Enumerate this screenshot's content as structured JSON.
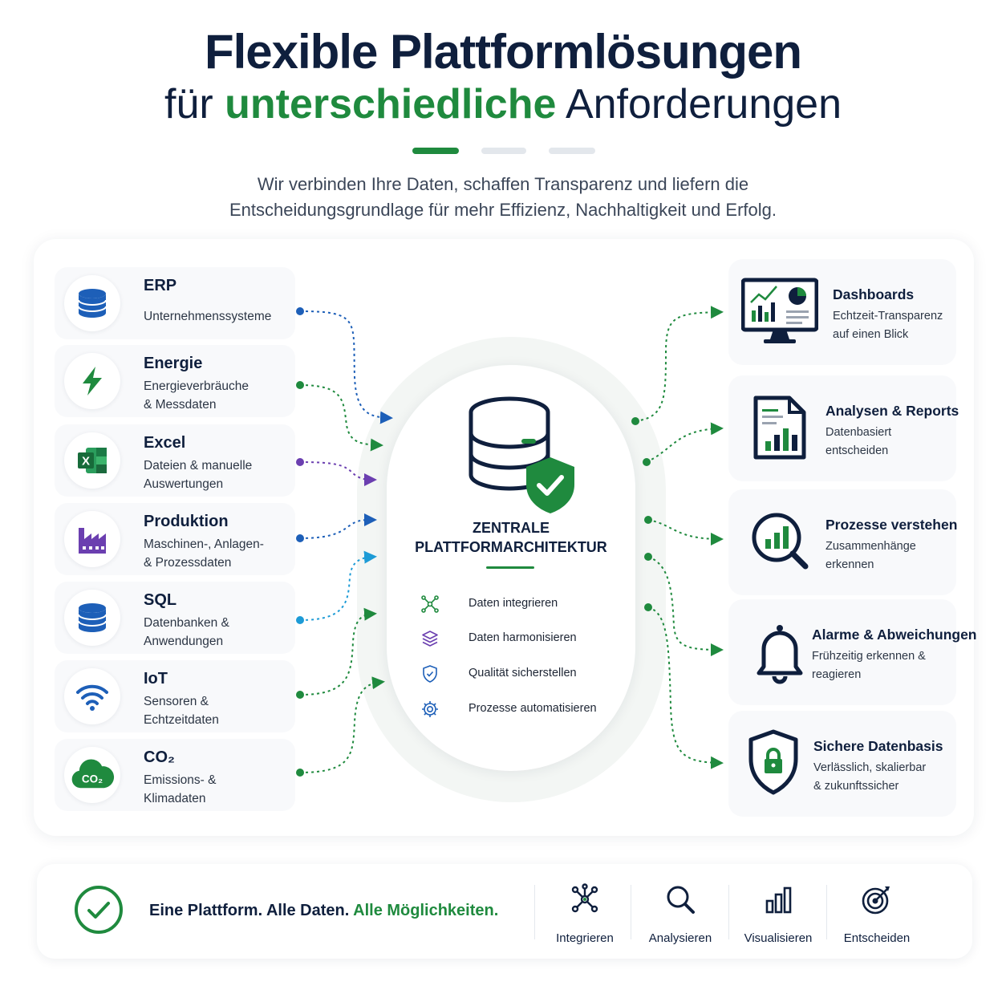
{
  "header": {
    "title_line1": "Flexible Plattformlösungen",
    "title_line2_prefix": "für",
    "title_line2_highlight": "unterschiedliche",
    "title_line2_suffix": "Anforderungen",
    "subtitle_line1": "Wir verbinden Ihre Daten, schaffen Transparenz und liefern die",
    "subtitle_line2": "Entscheidungsgrundlage für mehr Effizienz, Nachhaltigkeit und Erfolg."
  },
  "sources": [
    {
      "title": "ERP",
      "desc1": "Unternehmenssysteme",
      "desc2": "",
      "icon": "database-icon",
      "color": "#1d5fb8"
    },
    {
      "title": "Energie",
      "desc1": "Energieverbräuche",
      "desc2": "& Messdaten",
      "icon": "lightning-icon",
      "color": "#1f8a3e"
    },
    {
      "title": "Excel",
      "desc1": "Dateien & manuelle",
      "desc2": "Auswertungen",
      "icon": "excel-icon",
      "color": "#1f7a44"
    },
    {
      "title": "Produktion",
      "desc1": "Maschinen-, Anlagen-",
      "desc2": "& Prozessdaten",
      "icon": "factory-icon",
      "color": "#6b3fb0"
    },
    {
      "title": "SQL",
      "desc1": "Datenbanken &",
      "desc2": "Anwendungen",
      "icon": "database-icon",
      "color": "#1d5fb8"
    },
    {
      "title": "IoT",
      "desc1": "Sensoren &",
      "desc2": "Echtzeitdaten",
      "icon": "wifi-icon",
      "color": "#1d5fb8"
    },
    {
      "title": "CO₂",
      "desc1": "Emissions- &",
      "desc2": "Klimadaten",
      "icon": "co2-cloud-icon",
      "color": "#1f8a3e"
    }
  ],
  "core": {
    "title_line1": "ZENTRALE",
    "title_line2": "PLATTFORMARCHITEKTUR",
    "icon": "database-shield-icon",
    "features": [
      {
        "label": "Daten integrieren",
        "icon": "network-icon"
      },
      {
        "label": "Daten harmonisieren",
        "icon": "layers-icon"
      },
      {
        "label": "Qualität sicherstellen",
        "icon": "shield-check-icon"
      },
      {
        "label": "Prozesse automatisieren",
        "icon": "gear-icon"
      }
    ]
  },
  "outputs": [
    {
      "title": "Dashboards",
      "desc1": "Echtzeit-Transparenz",
      "desc2": "auf einen Blick",
      "icon": "monitor-dashboard-icon"
    },
    {
      "title": "Analysen & Reports",
      "desc1": "Datenbasiert",
      "desc2": "entscheiden",
      "icon": "report-icon"
    },
    {
      "title": "Prozesse verstehen",
      "desc1": "Zusammenhänge",
      "desc2": "erkennen",
      "icon": "magnifier-chart-icon"
    },
    {
      "title": "Alarme & Abweichungen",
      "desc1": "Frühzeitig erkennen &",
      "desc2": "reagieren",
      "icon": "bell-icon"
    },
    {
      "title": "Sichere Datenbasis",
      "desc1": "Verlässlich, skalierbar",
      "desc2": "& zukunftssicher",
      "icon": "shield-lock-icon"
    }
  ],
  "footer": {
    "slogan_part1": "Eine Plattform. Alle Daten.",
    "slogan_highlight": "Alle Möglichkeiten.",
    "facts": [
      {
        "label": "Integrieren",
        "icon": "network-icon"
      },
      {
        "label": "Analysieren",
        "icon": "search-icon"
      },
      {
        "label": "Visualisieren",
        "icon": "bar-chart-icon"
      },
      {
        "label": "Entscheiden",
        "icon": "target-icon"
      }
    ]
  },
  "colors": {
    "navy": "#0f1f3d",
    "green": "#1f8a3e",
    "blue": "#1d5fb8",
    "purple": "#6b3fb0",
    "light_blue": "#1d9bd6"
  }
}
